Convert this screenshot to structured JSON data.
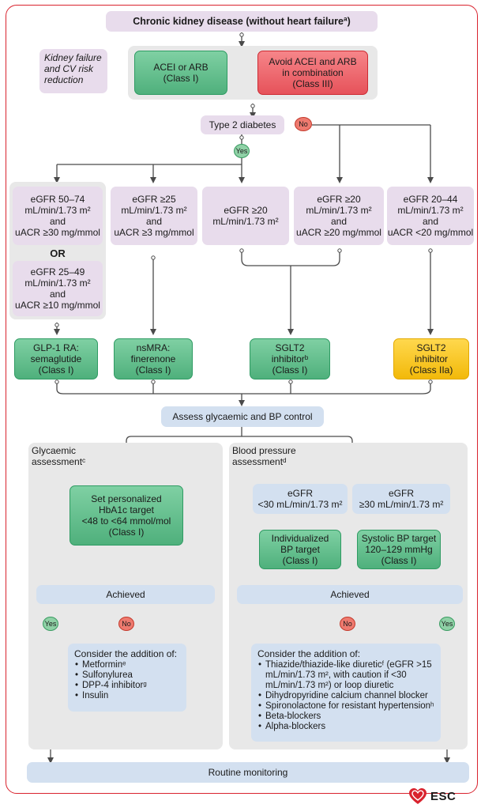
{
  "title": "Chronic kidney disease (without heart failureª)",
  "kidney_label": "Kidney failure and CV risk reduction",
  "acei": {
    "line1": "ACEI or ARB",
    "line2": "(Class I)"
  },
  "avoid": {
    "line1": "Avoid ACEI and ARB",
    "line2": "in combination",
    "line3": "(Class III)"
  },
  "t2d": "Type 2 diabetes",
  "yes": "Yes",
  "no": "No",
  "or": "OR",
  "criteria": {
    "c1": {
      "l1": "eGFR 50–74",
      "l2": "mL/min/1.73 m²",
      "l3": "and",
      "l4": "uACR ≥30 mg/mmol"
    },
    "c1b": {
      "l1": "eGFR 25–49",
      "l2": "mL/min/1.73 m²",
      "l3": "and",
      "l4": "uACR ≥10 mg/mmol"
    },
    "c2": {
      "l1": "eGFR ≥25",
      "l2": "mL/min/1.73 m²",
      "l3": "and",
      "l4": "uACR ≥3 mg/mmol"
    },
    "c3": {
      "l1": "eGFR ≥20",
      "l2": "mL/min/1.73 m²"
    },
    "c4": {
      "l1": "eGFR ≥20",
      "l2": "mL/min/1.73 m²",
      "l3": "and",
      "l4": "uACR ≥20 mg/mmol"
    },
    "c5": {
      "l1": "eGFR 20–44",
      "l2": "mL/min/1.73 m²",
      "l3": "and",
      "l4": "uACR <20 mg/mmol"
    }
  },
  "drugs": {
    "glp1": {
      "l1": "GLP-1 RA:",
      "l2": "semaglutide",
      "l3": "(Class I)"
    },
    "nsmra": {
      "l1": "nsMRA:",
      "l2": "finerenone",
      "l3": "(Class I)"
    },
    "sglt2a": {
      "l1": "SGLT2",
      "l2": "inhibitorᵇ",
      "l3": "(Class I)"
    },
    "sglt2b": {
      "l1": "SGLT2",
      "l2": "inhibitor",
      "l3": "(Class IIa)"
    }
  },
  "assess": "Assess glycaemic and BP control",
  "glyc": {
    "title_l1": "Glycaemic",
    "title_l2": "assessmentᶜ",
    "target": {
      "l1": "Set personalized",
      "l2": "HbA1c target",
      "l3": "<48 to <64 mmol/mol",
      "l4": "(Class I)"
    },
    "achieved": "Achieved",
    "consider": "Consider the addition of:",
    "items": [
      "Metforminᵉ",
      "Sulfonylurea",
      "DPP-4 inhibitorᵍ",
      "Insulin"
    ]
  },
  "bp": {
    "title_l1": "Blood pressure",
    "title_l2": "assessmentᵈ",
    "low": {
      "l1": "eGFR",
      "l2": "<30 mL/min/1.73 m²"
    },
    "high": {
      "l1": "eGFR",
      "l2": "≥30 mL/min/1.73 m²"
    },
    "ind": {
      "l1": "Individualized",
      "l2": "BP target",
      "l3": "(Class I)"
    },
    "sys": {
      "l1": "Systolic BP target",
      "l2": "120–129 mmHg",
      "l3": "(Class I)"
    },
    "achieved": "Achieved",
    "consider": "Consider the addition of:",
    "items": [
      "Thiazide/thiazide-like diureticᶠ (eGFR >15 mL/min/1.73 m², with caution if <30 mL/min/1.73 m²) or loop diuretic",
      "Dihydropyridine calcium channel blocker",
      "Spironolactone for resistant hypertensionʰ",
      "Beta-blockers",
      "Alpha-blockers"
    ]
  },
  "routine": "Routine monitoring",
  "logo": "ESC",
  "colors": {
    "frame": "#d9232e",
    "green": "#63c08e",
    "red": "#ef6b6f",
    "yellow": "#f7c934",
    "purple": "#e8dcec",
    "blue": "#d3e0f0"
  }
}
